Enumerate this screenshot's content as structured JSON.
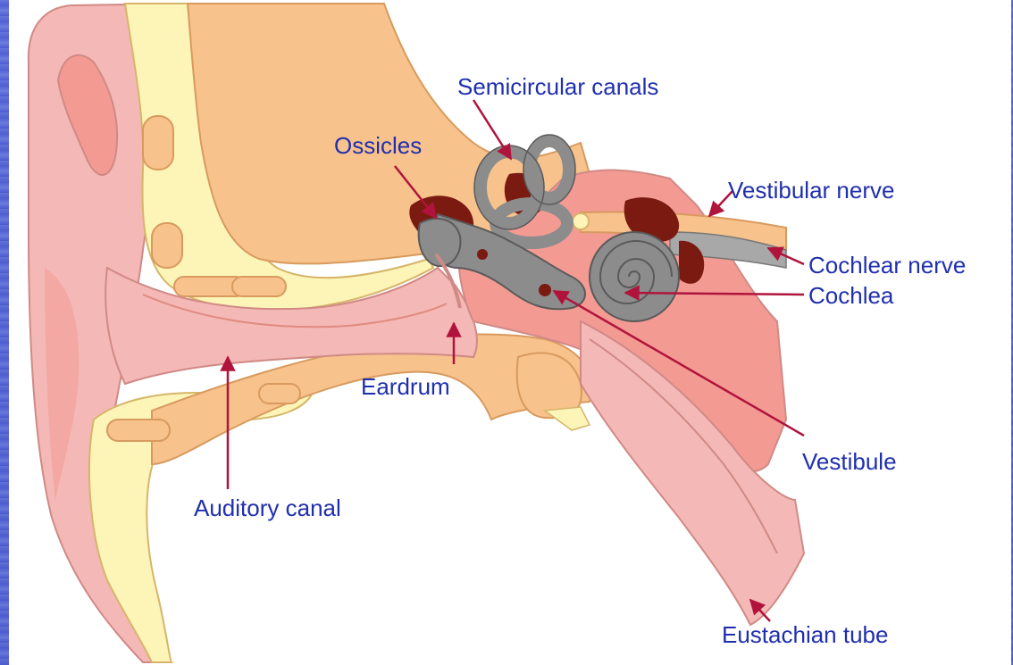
{
  "colors": {
    "label_text": "#1f2fae",
    "arrow": "#b0143c",
    "skin_pink": "#f4b8b6",
    "outer_ear_dark": "#f39a93",
    "bone_tan": "#f7c28c",
    "cartilage_cream": "#fdf5b8",
    "inner_ear_gray": "#8c8c8c",
    "ossicle_brown": "#7a1a10"
  },
  "labels": {
    "semicircular_canals": "Semicircular canals",
    "ossicles": "Ossicles",
    "vestibular_nerve": "Vestibular nerve",
    "cochlear_nerve": "Cochlear nerve",
    "cochlea": "Cochlea",
    "eardrum": "Eardrum",
    "vestibule": "Vestibule",
    "auditory_canal": "Auditory canal",
    "eustachian_tube": "Eustachian tube"
  }
}
